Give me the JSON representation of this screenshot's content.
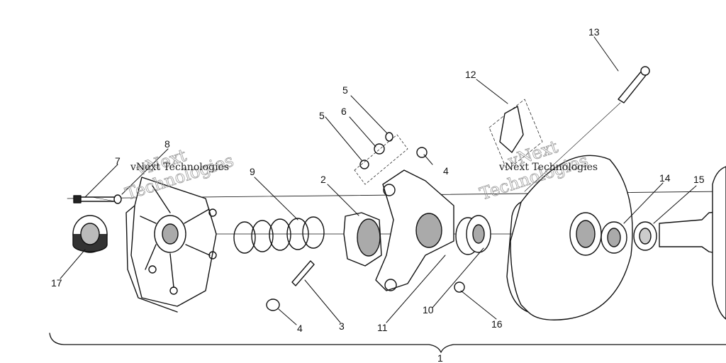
{
  "labels": {
    "l1": "1",
    "l2": "2",
    "l3": "3",
    "l4a": "4",
    "l4b": "4",
    "l5a": "5",
    "l5b": "5",
    "l6": "6",
    "l7": "7",
    "l8": "8",
    "l9": "9",
    "l10": "10",
    "l11": "11",
    "l12": "12",
    "l13": "13",
    "l14": "14",
    "l15": "15",
    "l16": "16",
    "l17": "17"
  },
  "watermark": {
    "line1": "vNext",
    "line2": "Technologies",
    "small": "vNext Technologies"
  }
}
